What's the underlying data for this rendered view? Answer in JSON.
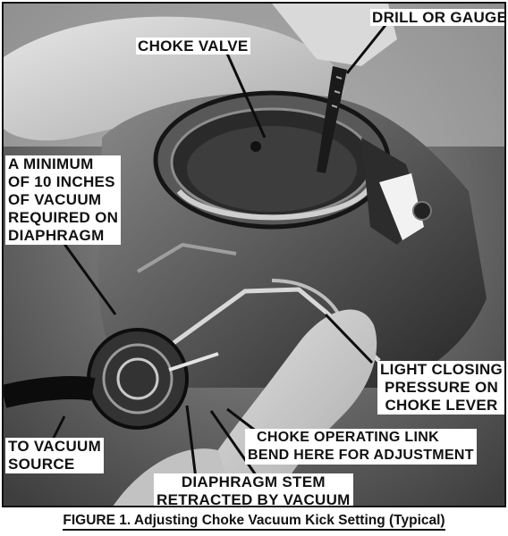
{
  "labels": {
    "drill_or_gauge": "DRILL OR GAUGE",
    "choke_valve": "CHOKE VALVE",
    "vacuum_note": {
      "line1": "A MINIMUM",
      "line2": "OF 10 INCHES",
      "line3": "OF VACUUM",
      "line4": "REQUIRED ON",
      "line5": "DIAPHRAGM"
    },
    "light_closing": {
      "line1": "LIGHT CLOSING",
      "line2": "PRESSURE ON",
      "line3": "CHOKE LEVER"
    },
    "to_vacuum": {
      "line1": "TO VACUUM",
      "line2": "SOURCE"
    },
    "choke_link": {
      "line1": "CHOKE OPERATING LINK",
      "line2": "BEND HERE FOR ADJUSTMENT"
    },
    "diaphragm_stem": {
      "line1": "DIAPHRAGM STEM",
      "line2": "RETRACTED BY VACUUM"
    }
  },
  "caption": "FIGURE 1.  Adjusting Choke Vacuum Kick Setting (Typical)"
}
